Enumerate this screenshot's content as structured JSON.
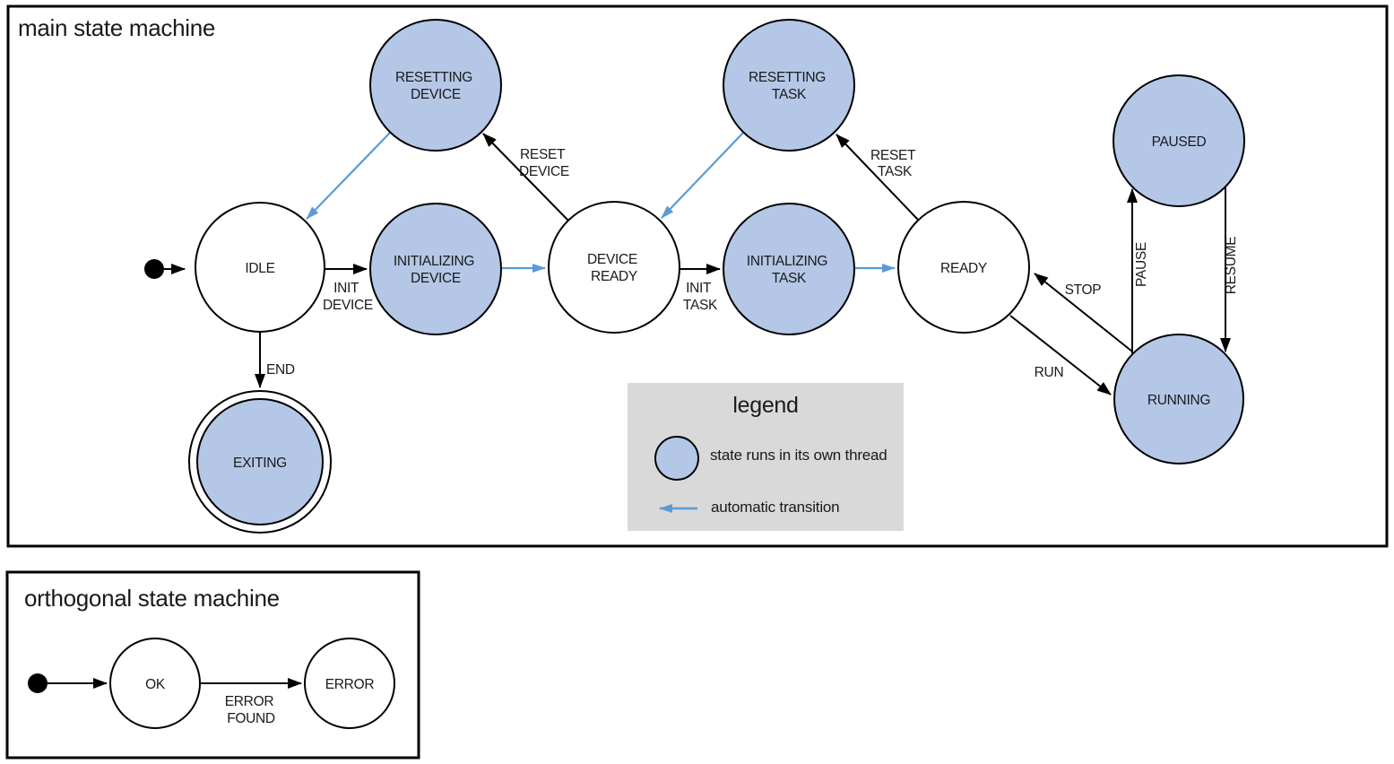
{
  "colors": {
    "threaded_state_fill": "#b4c7e7",
    "plain_state_fill": "#ffffff",
    "auto_transition_blue": "#5b9bd5",
    "legend_background": "#d9d9d9",
    "outline_black": "#000000"
  },
  "main": {
    "title": "main state machine",
    "states": {
      "idle": {
        "label": "IDLE"
      },
      "resetting_device": {
        "line1": "RESETTING",
        "line2": "DEVICE"
      },
      "initializing_device": {
        "line1": "INITIALIZING",
        "line2": "DEVICE"
      },
      "device_ready": {
        "line1": "DEVICE",
        "line2": "READY"
      },
      "resetting_task": {
        "line1": "RESETTING",
        "line2": "TASK"
      },
      "initializing_task": {
        "line1": "INITIALIZING",
        "line2": "TASK"
      },
      "ready": {
        "label": "READY"
      },
      "paused": {
        "label": "PAUSED"
      },
      "running": {
        "label": "RUNNING"
      },
      "exiting": {
        "label": "EXITING"
      }
    },
    "transitions": {
      "init_device": {
        "line1": "INIT",
        "line2": "DEVICE"
      },
      "reset_device": {
        "line1": "RESET",
        "line2": "DEVICE"
      },
      "init_task": {
        "line1": "INIT",
        "line2": "TASK"
      },
      "reset_task": {
        "line1": "RESET",
        "line2": "TASK"
      },
      "end": {
        "label": "END"
      },
      "run": {
        "label": "RUN"
      },
      "stop": {
        "label": "STOP"
      },
      "pause": {
        "label": "PAUSE"
      },
      "resume": {
        "label": "RESUME"
      }
    },
    "legend": {
      "title": "legend",
      "thread_label": "state runs in its own thread",
      "auto_label": "automatic transition"
    }
  },
  "orthogonal": {
    "title": "orthogonal state machine",
    "states": {
      "ok": {
        "label": "OK"
      },
      "error": {
        "label": "ERROR"
      }
    },
    "transitions": {
      "error_found": {
        "line1": "ERROR",
        "line2": "FOUND"
      }
    }
  }
}
